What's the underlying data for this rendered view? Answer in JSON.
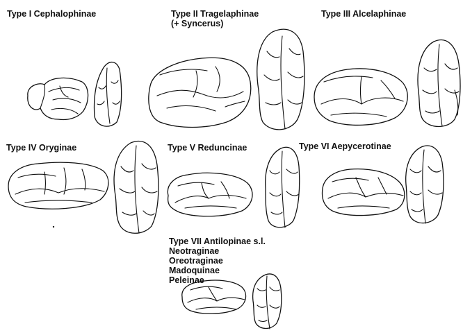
{
  "types": [
    {
      "lines": [
        "Type I Cephalophinae"
      ]
    },
    {
      "lines": [
        "Type II Tragelaphinae",
        "(+ Syncerus)"
      ]
    },
    {
      "lines": [
        "Type III Alcelaphinae"
      ]
    },
    {
      "lines": [
        "Type IV Oryginae"
      ]
    },
    {
      "lines": [
        "Type V Reduncinae"
      ]
    },
    {
      "lines": [
        "Type VI Aepycerotinae"
      ]
    },
    {
      "lines": [
        "Type VII Antilopinae s.l.",
        "Neotraginae",
        "Oreotraginae",
        "Madoquinae",
        "Peleinae"
      ]
    }
  ]
}
